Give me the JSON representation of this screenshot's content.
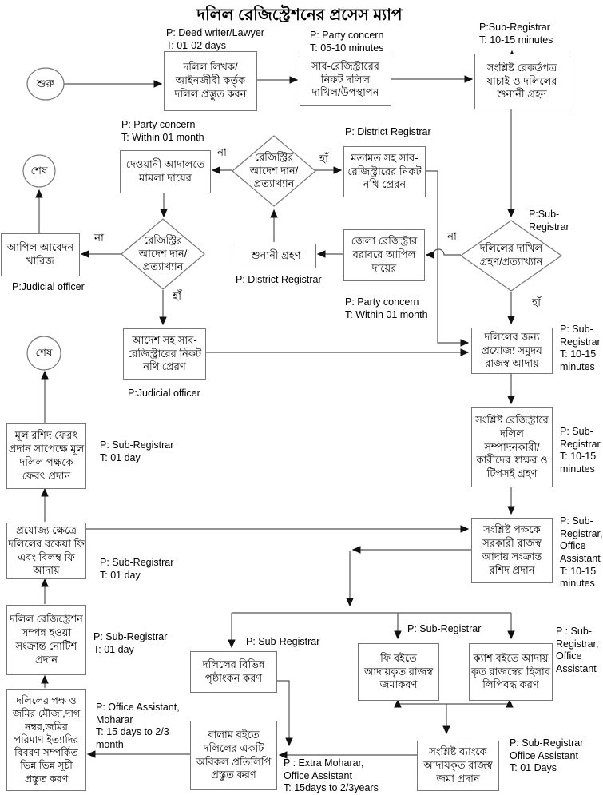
{
  "title": "দলিল রেজিস্ট্রেশনের প্রসেস ম্যাপ",
  "labels": {
    "yes": "হাঁ",
    "no": "না"
  },
  "nodes": {
    "start": {
      "type": "terminator",
      "text": "শুরু"
    },
    "end_appeal": {
      "type": "terminator",
      "text": "শেষ"
    },
    "end_return": {
      "type": "terminator",
      "text": "শেষ"
    },
    "prepare_deed": {
      "type": "process",
      "text": "দলিল লিখক/\nআইনজীবী কর্তৃক\nদলিল প্রস্তুত করন"
    },
    "submit_deed": {
      "type": "process",
      "text": "সাব-রেজিস্ট্রারের\nনিকট দলিল\nদাখিল/উপস্থাপন"
    },
    "verify_records": {
      "type": "process",
      "text": "সংশ্লিষ্ট রেকর্ডপত্র\nযাচাই ও দলিলের\nশুনানী গ্রহন"
    },
    "civil_court": {
      "type": "process",
      "text": "দেওয়ানী আদালতে\nমামলা দায়ের"
    },
    "registry_order_1": {
      "type": "decision",
      "text": "রেজিস্ট্রির\nআদেশ দান/\nপ্রত্যাখ্যান"
    },
    "opinion_send": {
      "type": "process",
      "text": "মতামত সহ সাব-\nরেজিস্ট্রারের নিকট\nনথি প্রেরন"
    },
    "appeal_dismiss": {
      "type": "process",
      "text": "আপিল আবেদন\nখারিজ"
    },
    "registry_order_2": {
      "type": "decision",
      "text": "রেজিস্ট্রির\nআদেশ দান/\nপ্রত্যাখ্যান"
    },
    "hearing": {
      "type": "process",
      "text": "শুনানী গ্রহণ"
    },
    "district_appeal": {
      "type": "process",
      "text": "জেলা রেজিস্ট্রার\nবরাবরে আপিল\nদায়ের"
    },
    "submit_decision": {
      "type": "decision",
      "text": "দলিলের দাখিল\nগ্রহণ/প্রত্যাখ্যান"
    },
    "order_send": {
      "type": "process",
      "text": "আদেশ সহ সাব-\nরেজিস্ট্রারের নিকট\nনথি প্রেরণ"
    },
    "collect_revenue": {
      "type": "process",
      "text": "দলিলের জন্য\nপ্রযোজ্য সমুদয়\nরাজস্ব আদায়"
    },
    "signatures": {
      "type": "process",
      "text": "সংশ্লিষ্ট রেজিস্ট্রারে\nদলিল\nসম্পাদনকারী/\nকারীদের স্বাক্ষর ও\nটিপসই গ্রহণ"
    },
    "return_deed": {
      "type": "process",
      "text": "মূল রশিদ ফেরৎ\nপ্রদান সাপেক্ষে মূল\nদলিল পক্ষকে\nফেরৎ প্রদান"
    },
    "receipt": {
      "type": "process",
      "text": "সংশ্লিষ্ট পক্ষকে\nসরকারী রাজস্ব\nআদায় সংক্রান্ত\nরশিদ প্রদান"
    },
    "due_fees": {
      "type": "process",
      "text": "প্রযোজ্য ক্ষেত্রে\nদলিলের বকেয়া ফি\nএবং বিলম্ব ফি\nআদায়"
    },
    "notice": {
      "type": "process",
      "text": "দলিল রেজিস্ট্রেশন\nসম্পন্ন হওয়া\nসংক্রান্ত নোটিশ\nপ্রদান"
    },
    "endorsement": {
      "type": "process",
      "text": "দলিলের বিভিন্ন\nপৃষ্ঠাংকন করণ"
    },
    "fee_book": {
      "type": "process",
      "text": "ফি বইতে\nআদায়কৃত রাজস্ব\nজমাকরণ"
    },
    "cash_book": {
      "type": "process",
      "text": "ক্যাশ বইতে আদায়\nকৃত রাজস্বের হিসাব\nলিপিবদ্ধ করণ"
    },
    "balam_book": {
      "type": "process",
      "text": "বালাম বইতে\nদলিলের একটি\nঅবিকল প্রতিলিপি\nপ্রস্তুত করণ"
    },
    "indexes": {
      "type": "process",
      "text": "দলিলের পক্ষ ও\nজমির মৌজা,দাগ\nনম্বর,জমির\nপরিমাণ ইত্যাদির\nবিবরণ সম্পর্কিত\nভিন্ন ভিন্ন সূচী\nপ্রস্তুত করণ"
    },
    "bank_deposit": {
      "type": "process",
      "text": "সংশ্লিষ্ট ব্যাংকে\nআদায়কৃত রাজস্ব\nজমা প্রদান"
    }
  },
  "annotations": {
    "prepare_deed": "P: Deed writer/Lawyer\nT: 01-02 days",
    "submit_deed": "P: Party concern\nT: 05-10 minutes",
    "verify_records": "P:Sub-Registrar\nT: 10-15 minutes",
    "civil_court": "P: Party concern\nT: Within 01 month",
    "opinion_send": "P: District Registrar",
    "submit_decision": "P:Sub-Registrar",
    "appeal_dismiss": "P:Judicial officer",
    "hearing": "P: District Registrar",
    "district_appeal": "P: Party concern\nT: Within 01 month",
    "collect_revenue": "P: Sub-\nRegistrar\nT: 10-15\nminutes",
    "order_send": "P:Judicial officer",
    "return_deed": "P: Sub-Registrar\nT: 01 day",
    "signatures": "P: Sub-\nRegistrar\nT: 10-15\nminutes",
    "due_fees": "P: Sub-Registrar\nT: 01 day",
    "receipt": "P: Sub-\nRegistrar,\nOffice\nAssistant\nT: 10-15\nminutes",
    "notice": "P: Sub-Registrar\nT: 01 day",
    "endorsement": "P: Sub-Registrar",
    "books": "P: Sub-Registrar",
    "cash_book": "P : Sub-\nRegistrar,\nOffice\nAssistant",
    "indexes": "P: Office Assistant,\nMoharar\nT: 15 days to 2/3\nmonth",
    "balam_book": "P : Extra Moharar,\nOffice Assistant\nT: 15days to 2/3years",
    "bank_deposit": "P: Sub-Registrar\nOffice Assistant\nT: 01 Days"
  }
}
